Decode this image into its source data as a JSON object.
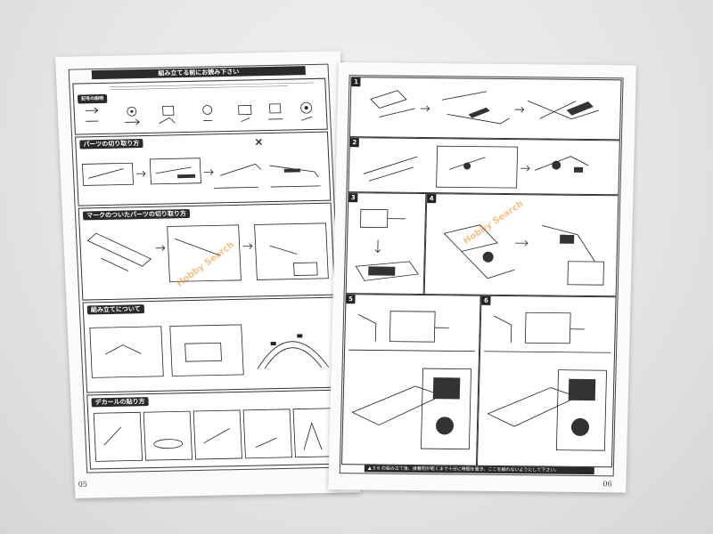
{
  "left_page": {
    "title": "組み立てる前にお読み下さい",
    "symbols_label": "記号の説明",
    "section_parts_cut": "パーツの切り取り方",
    "section_marked_parts": "マークのついたパーツの切り取り方",
    "section_assembly": "組み立てについて",
    "section_decal": "デカールの貼り方",
    "page_number": "05",
    "watermark": "Hobby Search"
  },
  "right_page": {
    "steps": [
      "1",
      "2",
      "3",
      "4",
      "5",
      "6"
    ],
    "footer_refs": [
      "5",
      "6"
    ],
    "footer_text": "の組み立て後、接着剤が乾くまで十分に時間を置き、ここを触れないようにして下さい。",
    "page_number": "06",
    "watermark": "Hobby Search"
  }
}
